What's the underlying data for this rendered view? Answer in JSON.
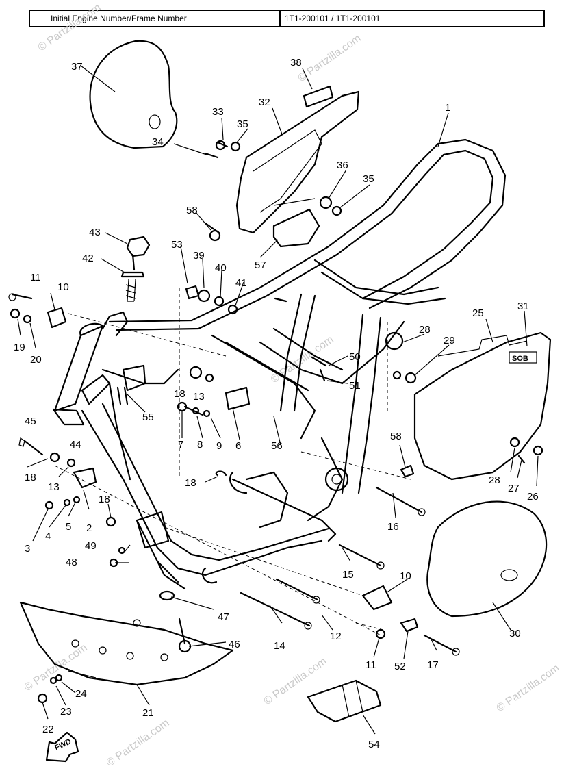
{
  "header": {
    "label": "Initial Engine Number/Frame Number",
    "value": "1T1-200101 / 1T1-200101"
  },
  "watermarks": [
    "© Partzilla.com",
    "© Partzilla.com",
    "© Partzilla.com",
    "© Partzilla.com",
    "© Partzilla.com",
    "© Partzilla.com",
    "© Partzilla.com"
  ],
  "badges": {
    "fwd": "FWD",
    "number_plate": "SOB"
  },
  "callouts": [
    "1",
    "2",
    "3",
    "4",
    "5",
    "6",
    "7",
    "8",
    "9",
    "10",
    "10",
    "11",
    "11",
    "12",
    "13",
    "13",
    "14",
    "15",
    "16",
    "17",
    "18",
    "18",
    "18",
    "18",
    "19",
    "20",
    "21",
    "22",
    "23",
    "24",
    "25",
    "26",
    "27",
    "28",
    "28",
    "29",
    "30",
    "31",
    "32",
    "33",
    "34",
    "35",
    "35",
    "36",
    "37",
    "38",
    "39",
    "40",
    "41",
    "42",
    "43",
    "44",
    "45",
    "46",
    "47",
    "48",
    "49",
    "50",
    "51",
    "52",
    "53",
    "54",
    "55",
    "56",
    "57",
    "58",
    "58"
  ]
}
